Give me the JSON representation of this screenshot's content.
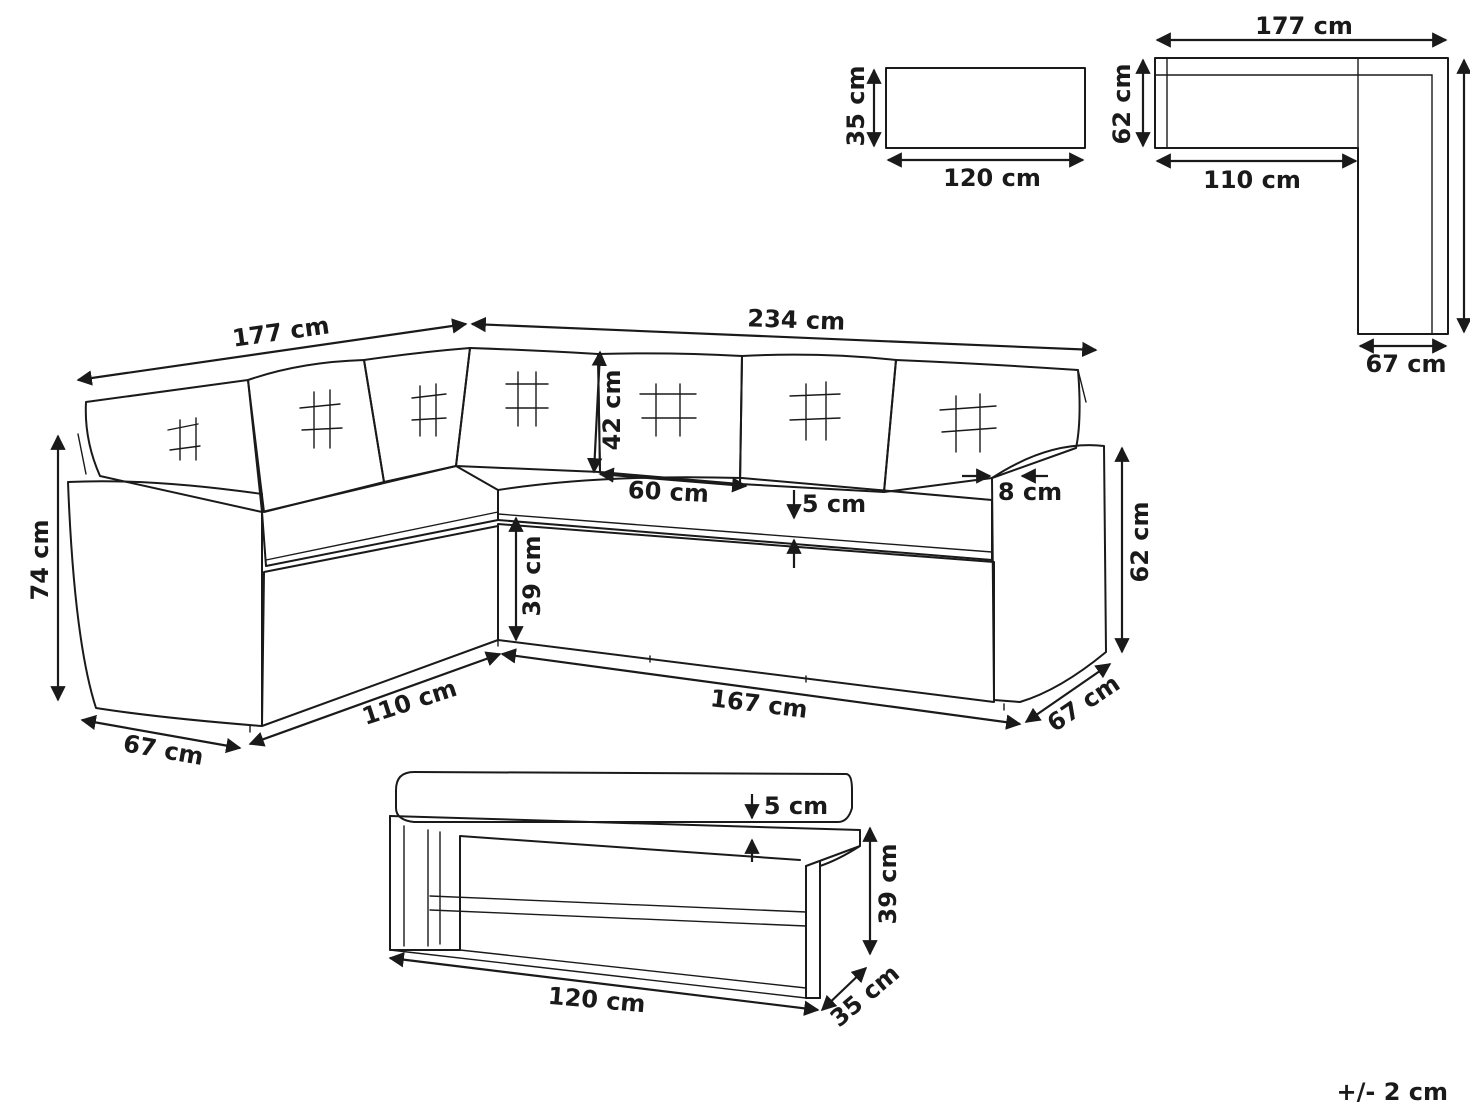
{
  "dimensions": {
    "bench_top_depth": "35 cm",
    "bench_top_length": "120 cm",
    "plan_total_width": "177 cm",
    "plan_depth": "62 cm",
    "plan_short_side": "110 cm",
    "plan_corner_depth": "67 cm",
    "sofa_left_length": "177 cm",
    "sofa_right_length": "234 cm",
    "back_cushion_height": "42 cm",
    "seat_depth": "60 cm",
    "seat_cushion_thickness": "5 cm",
    "arm_width": "8 cm",
    "right_arm_height": "62 cm",
    "total_height": "74 cm",
    "seat_height": "39 cm",
    "left_depth": "67 cm",
    "left_base_length": "110 cm",
    "right_base_length": "167 cm",
    "right_depth": "67 cm",
    "bench_cushion_thickness": "5 cm",
    "bench_height": "39 cm",
    "bench_length": "120 cm",
    "bench_depth": "35 cm"
  },
  "tolerance": "+/- 2 cm"
}
